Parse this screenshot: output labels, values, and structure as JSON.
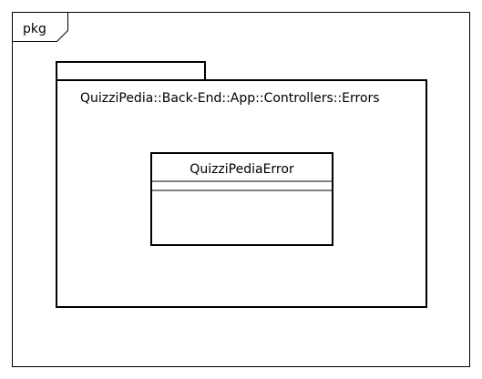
{
  "frame": {
    "label": "pkg"
  },
  "package": {
    "name": "QuizziPedia::Back-End::App::Controllers::Errors"
  },
  "class": {
    "name": "QuizziPediaError",
    "attributes": [],
    "operations": []
  },
  "colors": {
    "stroke": "#000000",
    "background": "#ffffff"
  }
}
